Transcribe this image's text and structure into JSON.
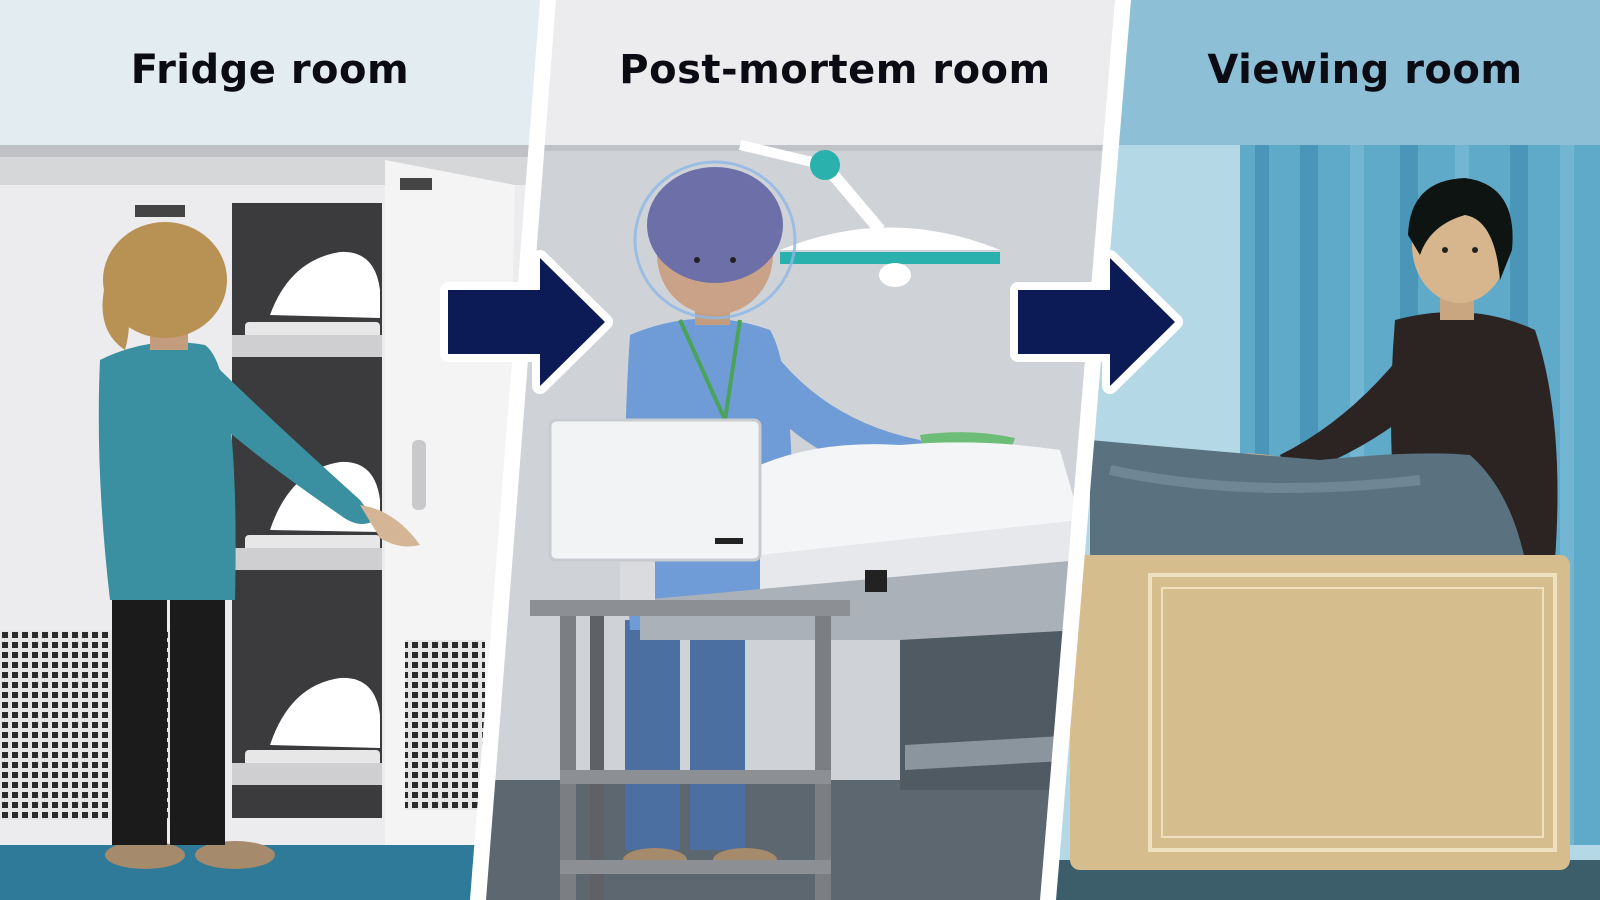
{
  "panels": [
    {
      "id": "fridge",
      "title": "Fridge room",
      "header_color": "#e3ecf0",
      "wall_color": "#d6d7d9"
    },
    {
      "id": "postmortem",
      "title": "Post-mortem room",
      "header_color": "#ececee",
      "wall_color": "#cfd3d8"
    },
    {
      "id": "viewing",
      "title": "Viewing room",
      "header_color": "#8dbfd6",
      "wall_color": "#b5d8e6"
    }
  ],
  "arrows": [
    {
      "from": "fridge",
      "to": "postmortem",
      "color": "#0c1a55"
    },
    {
      "from": "postmortem",
      "to": "viewing",
      "color": "#0c1a55"
    }
  ],
  "colors": {
    "divider": "#ffffff",
    "floor": "#2f7a99",
    "curtain": "#5fa9c9",
    "casket": "#d6bd8e",
    "cloth": "#5a7280"
  }
}
